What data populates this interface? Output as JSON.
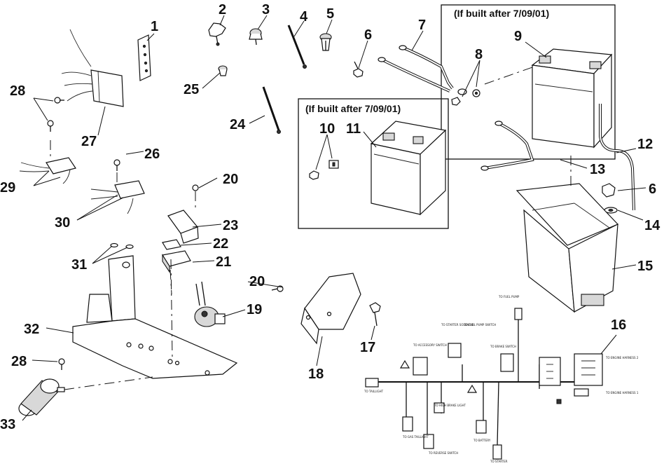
{
  "inset_notes": {
    "upper": "(If built after 7/09/01)",
    "lower": "(If built after 7/09/01)"
  },
  "callouts": [
    {
      "id": "c1",
      "label": "1"
    },
    {
      "id": "c2",
      "label": "2"
    },
    {
      "id": "c3",
      "label": "3"
    },
    {
      "id": "c4",
      "label": "4"
    },
    {
      "id": "c5",
      "label": "5"
    },
    {
      "id": "c6a",
      "label": "6"
    },
    {
      "id": "c7",
      "label": "7"
    },
    {
      "id": "c8",
      "label": "8"
    },
    {
      "id": "c9",
      "label": "9"
    },
    {
      "id": "c10",
      "label": "10"
    },
    {
      "id": "c11",
      "label": "11"
    },
    {
      "id": "c12",
      "label": "12"
    },
    {
      "id": "c13",
      "label": "13"
    },
    {
      "id": "c6b",
      "label": "6"
    },
    {
      "id": "c14",
      "label": "14"
    },
    {
      "id": "c15",
      "label": "15"
    },
    {
      "id": "c16",
      "label": "16"
    },
    {
      "id": "c17",
      "label": "17"
    },
    {
      "id": "c18",
      "label": "18"
    },
    {
      "id": "c19",
      "label": "19"
    },
    {
      "id": "c20a",
      "label": "20"
    },
    {
      "id": "c20b",
      "label": "20"
    },
    {
      "id": "c21",
      "label": "21"
    },
    {
      "id": "c22",
      "label": "22"
    },
    {
      "id": "c23",
      "label": "23"
    },
    {
      "id": "c24",
      "label": "24"
    },
    {
      "id": "c25",
      "label": "25"
    },
    {
      "id": "c26",
      "label": "26"
    },
    {
      "id": "c27",
      "label": "27"
    },
    {
      "id": "c28a",
      "label": "28"
    },
    {
      "id": "c28b",
      "label": "28"
    },
    {
      "id": "c29",
      "label": "29"
    },
    {
      "id": "c30",
      "label": "30"
    },
    {
      "id": "c31",
      "label": "31"
    },
    {
      "id": "c32",
      "label": "32"
    },
    {
      "id": "c33",
      "label": "33"
    }
  ],
  "harness_labels": [
    {
      "id": "h1",
      "text": "TO ACCESSORY SWITCH"
    },
    {
      "id": "h2",
      "text": "TO STARTER SOLENOID"
    },
    {
      "id": "h3",
      "text": "TO FUEL PUMP"
    },
    {
      "id": "h4",
      "text": "TO FUEL PUMP SWITCH"
    },
    {
      "id": "h5",
      "text": "TO BRAKE SWITCH"
    },
    {
      "id": "h6",
      "text": "TO TAILLIGHT"
    },
    {
      "id": "h7",
      "text": "TO GAS TAILLIGHT"
    },
    {
      "id": "h8",
      "text": "TO HIGH BRAKE LIGHT"
    },
    {
      "id": "h9",
      "text": "TO REVERSE SWITCH"
    },
    {
      "id": "h10",
      "text": "TO ENGINE HARNESS 2"
    },
    {
      "id": "h11",
      "text": "TO ENGINE HARNESS 1"
    },
    {
      "id": "h12",
      "text": "TO BATTERY"
    },
    {
      "id": "h13",
      "text": "TO STARTER"
    }
  ]
}
